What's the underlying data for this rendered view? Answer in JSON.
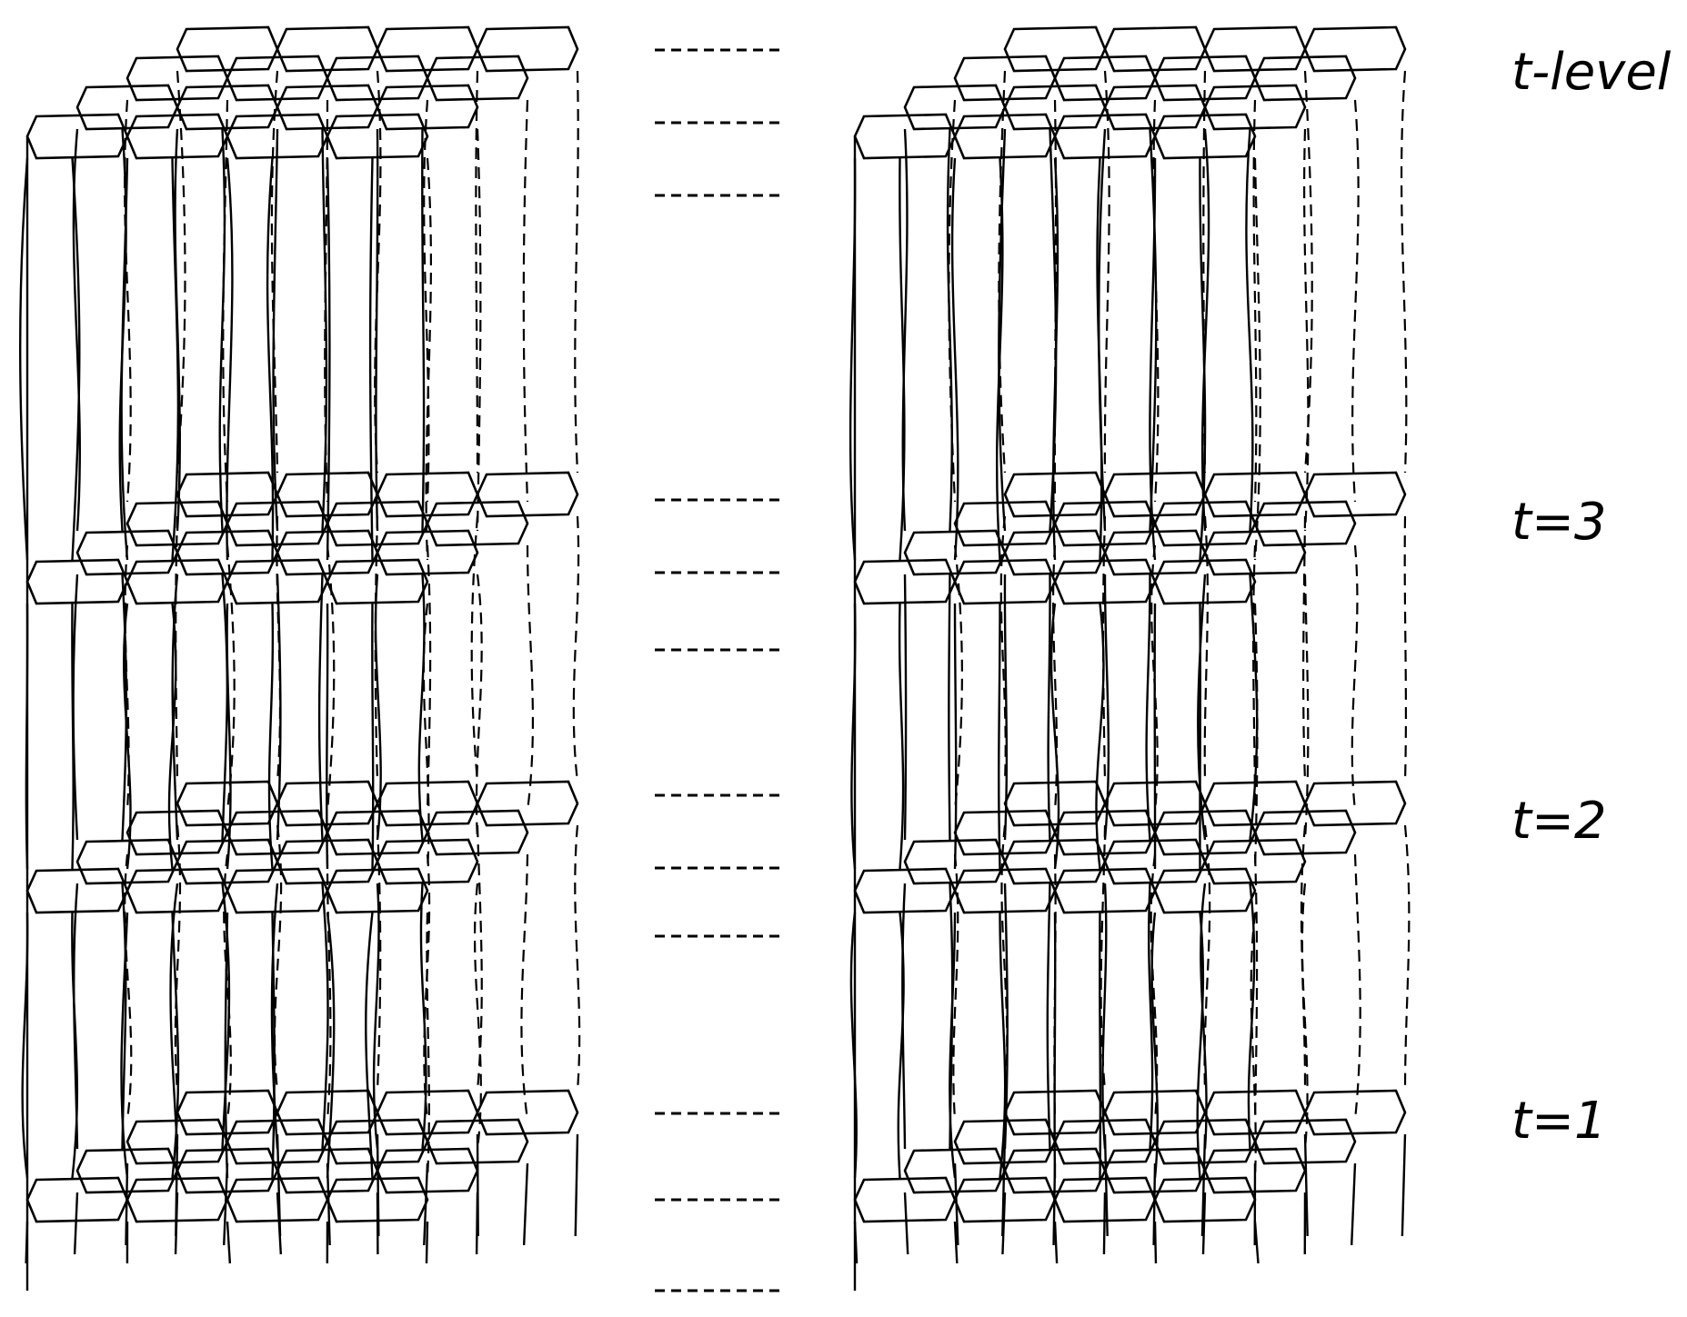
{
  "labels": {
    "t_level": "t-level",
    "t3": "t=3",
    "t2": "t=2",
    "t1": "t=1"
  },
  "diagram": {
    "panels": [
      "left-lattice",
      "right-lattice"
    ],
    "columns_per_row": 4,
    "rows_per_layer": 4,
    "layers": [
      {
        "name": "top",
        "contains_label": "t_level"
      },
      {
        "name": "layer-3",
        "contains_label": "t3"
      },
      {
        "name": "layer-2",
        "contains_label": "t2"
      },
      {
        "name": "layer-1",
        "contains_label": "t1"
      }
    ],
    "legend_dash_groups": 4,
    "dashes_per_group": 3
  },
  "colors": {
    "stroke": "#000000",
    "background": "#ffffff"
  }
}
